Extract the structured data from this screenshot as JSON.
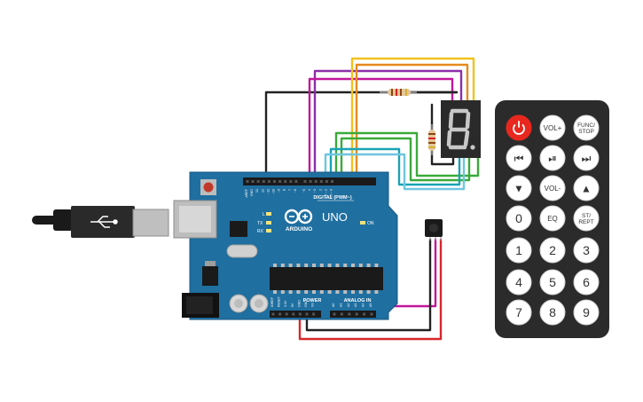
{
  "board": {
    "model": "UNO",
    "brand": "ARDUINO",
    "digital_label": "DIGITAL (PWM~)",
    "analog_label": "ANALOG IN",
    "power_label": "POWER",
    "on_label": "ON",
    "tx_label": "TX",
    "rx_label": "RX",
    "l_label": "L",
    "digital_pins": [
      "AREF",
      "GND",
      "13",
      "12",
      "~11",
      "~10",
      "~9",
      "8",
      "7",
      "~6",
      "~5",
      "4",
      "~3",
      "2",
      "TX→1",
      "RX←0"
    ],
    "power_pins": [
      "IOREF",
      "RESET",
      "3.3V",
      "5V",
      "GND",
      "GND",
      "Vin"
    ],
    "analog_pins": [
      "A0",
      "A1",
      "A2",
      "A3",
      "A4",
      "A5"
    ]
  },
  "display": {
    "digit": "8"
  },
  "remote": {
    "rows": [
      [
        {
          "key": "power",
          "label": "⏻",
          "type": "power"
        },
        {
          "key": "vol-up",
          "label": "VOL+",
          "type": "text"
        },
        {
          "key": "func-stop",
          "label": "FUNC/\nSTOP",
          "type": "text2"
        }
      ],
      [
        {
          "key": "prev",
          "label": "⏮",
          "type": "symbol"
        },
        {
          "key": "play-pause",
          "label": "⏯",
          "type": "symbol"
        },
        {
          "key": "next",
          "label": "⏭",
          "type": "symbol"
        }
      ],
      [
        {
          "key": "down",
          "label": "▼",
          "type": "symbol"
        },
        {
          "key": "vol-down",
          "label": "VOL-",
          "type": "text"
        },
        {
          "key": "up",
          "label": "▲",
          "type": "symbol"
        }
      ],
      [
        {
          "key": "0",
          "label": "0",
          "type": "num"
        },
        {
          "key": "eq",
          "label": "EQ",
          "type": "text"
        },
        {
          "key": "st-rept",
          "label": "ST/\nREPT",
          "type": "text2"
        }
      ],
      [
        {
          "key": "1",
          "label": "1",
          "type": "num"
        },
        {
          "key": "2",
          "label": "2",
          "type": "num"
        },
        {
          "key": "3",
          "label": "3",
          "type": "num"
        }
      ],
      [
        {
          "key": "4",
          "label": "4",
          "type": "num"
        },
        {
          "key": "5",
          "label": "5",
          "type": "num"
        },
        {
          "key": "6",
          "label": "6",
          "type": "num"
        }
      ],
      [
        {
          "key": "7",
          "label": "7",
          "type": "num"
        },
        {
          "key": "8",
          "label": "8",
          "type": "num"
        },
        {
          "key": "9",
          "label": "9",
          "type": "num"
        }
      ]
    ]
  },
  "colors": {
    "board": "#1f6fa0",
    "board_edge": "#175a83",
    "remote_body": "#2b2b2b",
    "remote_power": "#e8281f",
    "wire_black": "#222222",
    "wire_red": "#d8262c",
    "wire_purple": "#8b2fa8",
    "wire_magenta": "#c0179a",
    "wire_yellow": "#f1c21b",
    "wire_orange": "#e58a1f",
    "wire_green": "#3aaa3a",
    "wire_teal": "#1aa3b5",
    "wire_lightblue": "#6ec6e0",
    "wire_blue": "#2288cc"
  }
}
